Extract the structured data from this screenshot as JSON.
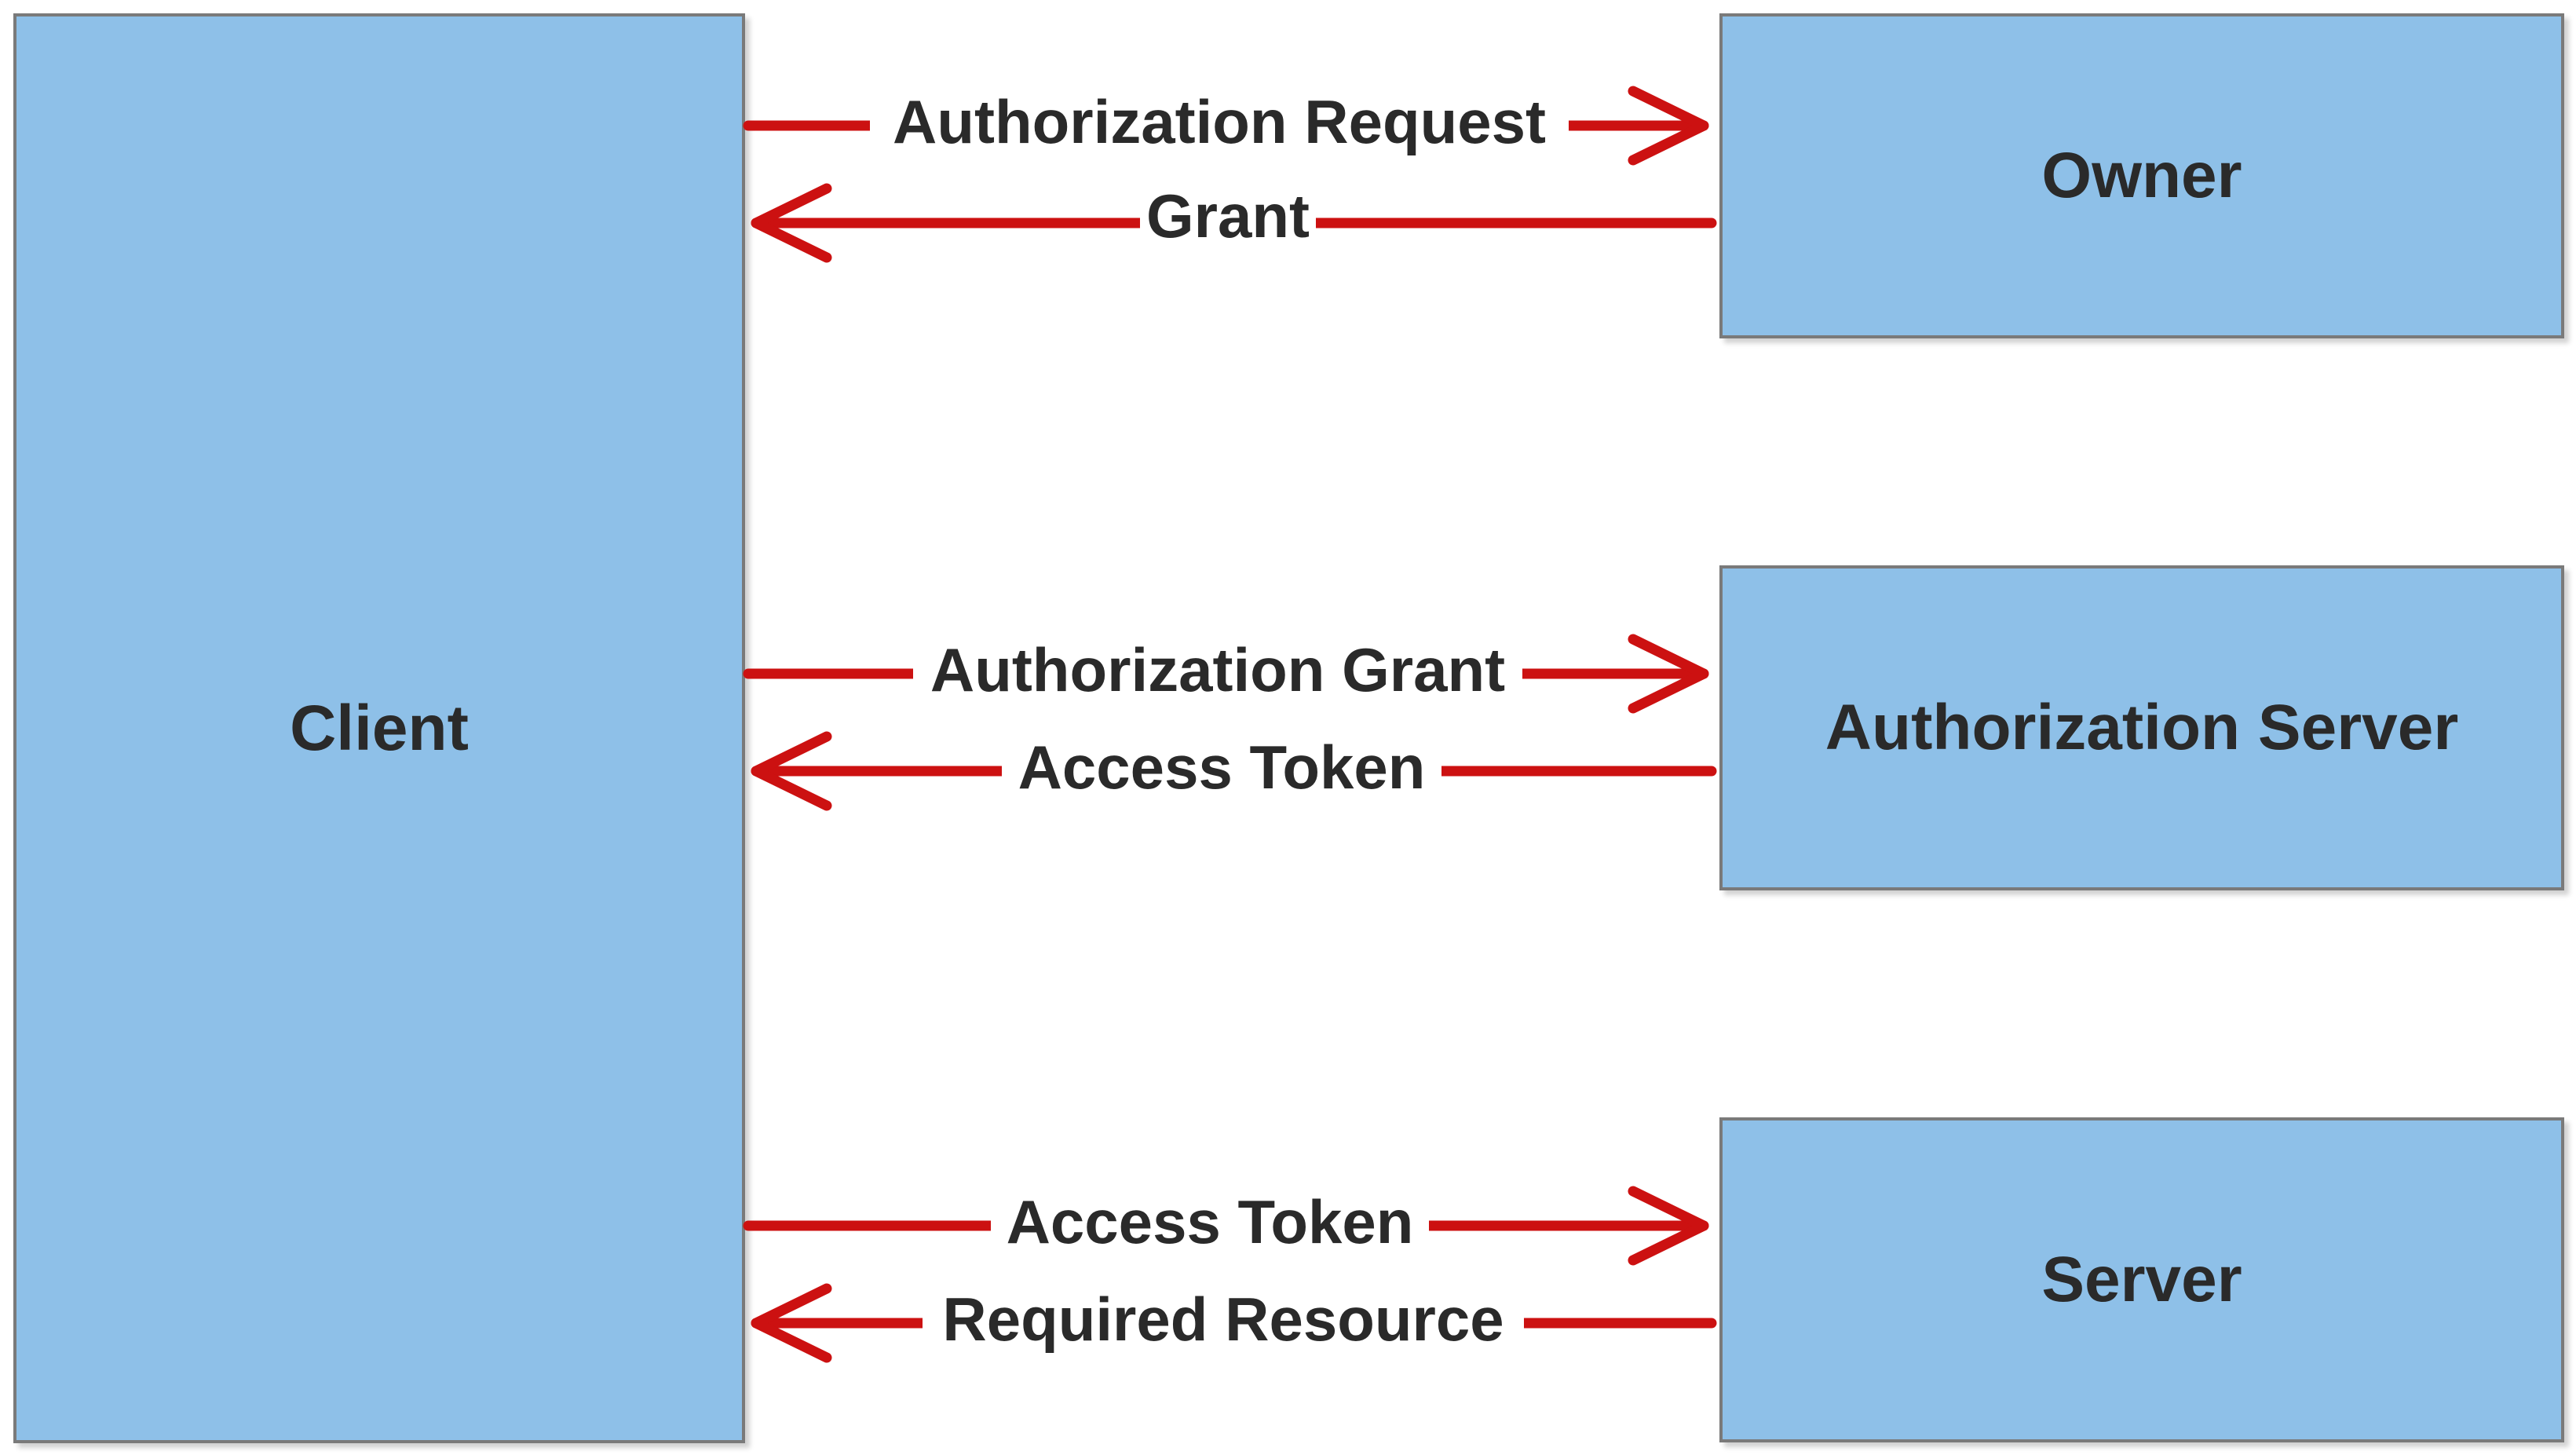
{
  "nodes": {
    "client": "Client",
    "owner": "Owner",
    "authorization_server": "Authorization Server",
    "server": "Server"
  },
  "messages": [
    {
      "label": "Authorization Request",
      "from": "Client",
      "to": "Owner"
    },
    {
      "label": "Grant",
      "from": "Owner",
      "to": "Client"
    },
    {
      "label": "Authorization Grant",
      "from": "Client",
      "to": "Authorization Server"
    },
    {
      "label": "Access Token",
      "from": "Authorization Server",
      "to": "Client"
    },
    {
      "label": "Access Token",
      "from": "Client",
      "to": "Server"
    },
    {
      "label": "Required Resource",
      "from": "Server",
      "to": "Client"
    }
  ],
  "colors": {
    "box_fill": "#8ec0e8",
    "box_border": "#7a7a7a",
    "arrow": "#cc1111",
    "text": "#2a2a2a"
  }
}
